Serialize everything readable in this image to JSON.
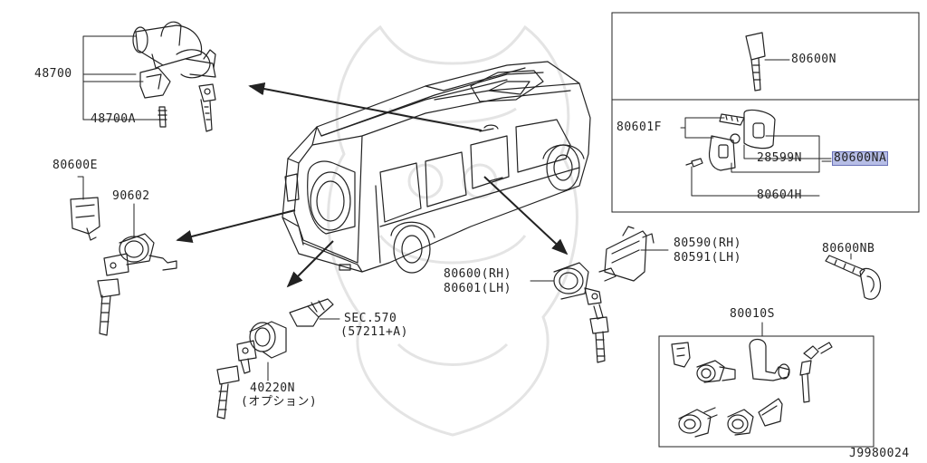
{
  "labels": {
    "p48700": "48700",
    "p48700A": "48700A",
    "p80600E": "80600E",
    "p90602": "90602",
    "p80600N": "80600N",
    "p80601F": "80601F",
    "p28599N": "28599N",
    "p80600NA": "80600NA",
    "p80604H": "80604H",
    "p80590": "80590(RH)",
    "p80591": "80591(LH)",
    "p80600NB": "80600NB",
    "p80600RH": "80600(RH)",
    "p80601LH": "80601(LH)",
    "p80010S": "80010S",
    "pSEC570": "SEC.570",
    "p57211": "(57211+A)",
    "p40220N": "40220N",
    "pOption": "(オプション)",
    "figure_code": "J9980024"
  },
  "colors": {
    "line": "#2a2a2a",
    "highlight": "#b6bde6",
    "watermark": "#e2e2e2"
  }
}
